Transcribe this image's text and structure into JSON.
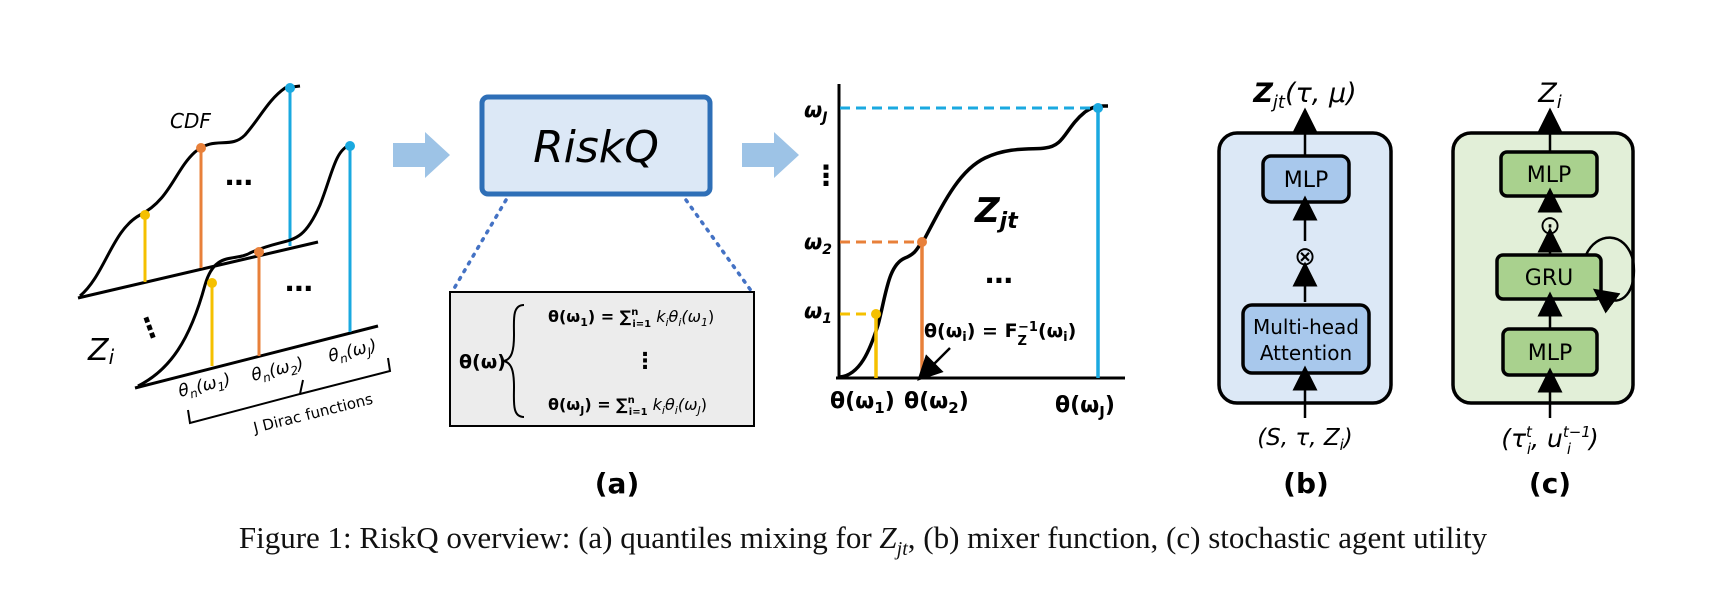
{
  "panel_a": {
    "cdf_label": "CDF",
    "z_label": "Z",
    "z_sub": "i",
    "dots": "⋯",
    "vdots": "⋮",
    "theta_n": "θ",
    "theta_n_sub": "n",
    "omega_1": "(ω",
    "omega_1_sub": "1",
    "omega_2_sub": "2",
    "omega_J_sub": "J",
    "dirac_label": "J Dirac functions",
    "riskq_label": "RiskQ",
    "formula_lhs": "θ(ω)",
    "formula_row1_left": "θ(ω",
    "formula_row1_sub": "1",
    "formula_row1_right": ") = ∑",
    "formula_row1_tail": "k",
    "formula_rowJ_sub": "J",
    "formula_vdots": "⋮",
    "omega_axis": [
      "ω",
      "ω",
      "ω"
    ],
    "omega_axis_subs": [
      "1",
      "2",
      "J"
    ],
    "z_jt": "Z",
    "z_jt_sub": "jt",
    "inverse_lhs": "θ(ω",
    "inverse_sub": "i",
    "inverse_rhs": ") = F",
    "inverse_sup": "−1",
    "inverse_z": "Z",
    "inverse_tail": "(ω",
    "x_tick_1": "θ(ω",
    "x_tick_sub_1": "1",
    "x_tick_sub_2": "2",
    "x_tick_sub_J": "J",
    "panel_label": "(a)"
  },
  "panel_b": {
    "output_main": "Z",
    "output_sub": "jt",
    "output_args": "(τ, μ)",
    "mlp_label": "MLP",
    "otimes": "⊗",
    "attention_line1": "Multi-head",
    "attention_line2": "Attention",
    "input_label": "(S, τ, Z",
    "input_sub": "i",
    "panel_label": "(b)"
  },
  "panel_c": {
    "output_main": "Z",
    "output_sub": "i",
    "mlp_top_label": "MLP",
    "odot": "⊙",
    "gru_label": "GRU",
    "mlp_bottom_label": "MLP",
    "input_tau": "(τ",
    "input_tau_sup": "t",
    "input_tau_sub": "i",
    "input_u": ", u",
    "input_u_sup": "t−1",
    "input_u_sub": "i",
    "panel_label": "(c)"
  },
  "caption": {
    "prefix": "Figure 1: RiskQ overview: (a) quantiles mixing for ",
    "math_main": "Z",
    "math_sub": "jt",
    "suffix": ", (b) mixer function, (c) stochastic agent utility"
  },
  "colors": {
    "yellow": "#f5c000",
    "orange": "#e8803a",
    "cyan": "#1aa9e0",
    "blue_fill": "#dce8f6",
    "blue_stroke": "#2e6fb7",
    "blue_box": "#a8c8ec",
    "green_fill": "#e2efd8",
    "green_box": "#a9d18e",
    "arrow_blue": "#9dc3e6",
    "gray_fill": "#ececec"
  }
}
